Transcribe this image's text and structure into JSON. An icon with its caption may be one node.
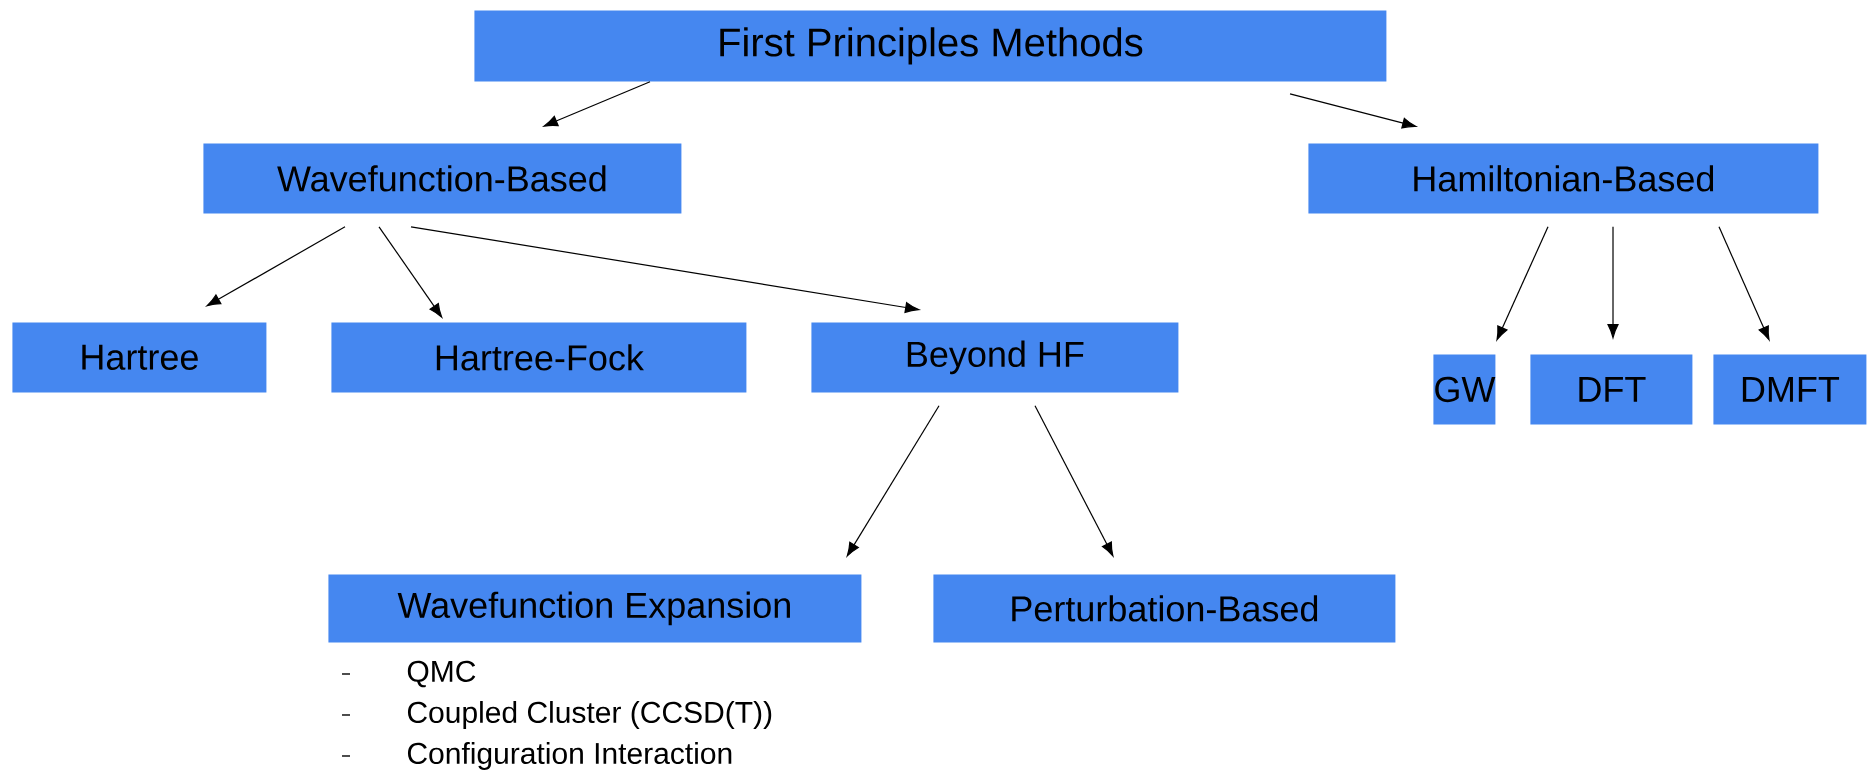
{
  "diagram": {
    "nodes": [
      {
        "text": [
          "First Principles Methods"
        ]
      },
      {
        "text": [
          "Wavefunction-Based"
        ]
      },
      {
        "text": [
          "Hamiltonian-Based"
        ]
      },
      {
        "text": [
          "Hartree"
        ]
      },
      {
        "text": [
          "Hartree-Fock"
        ]
      },
      {
        "text": [
          "Beyond HF"
        ]
      },
      {
        "text": [
          "GW"
        ]
      },
      {
        "text": [
          "DFT"
        ]
      },
      {
        "text": [
          "DMFT"
        ]
      },
      {
        "text": [
          "Wavefunction Expansion"
        ],
        "beside": [
          "QMC",
          "Coupled Cluster (CCSD(T))",
          "Configuration Interaction"
        ]
      },
      {
        "text": [
          "Perturbation-Based"
        ]
      }
    ],
    "edges": [
      {
        "from": 0,
        "to": 1,
        "arrow": "to"
      },
      {
        "from": 0,
        "to": 2,
        "arrow": "to"
      },
      {
        "from": 1,
        "to": 3,
        "arrow": "to"
      },
      {
        "from": 1,
        "to": 4,
        "arrow": "to"
      },
      {
        "from": 1,
        "to": 5,
        "arrow": "to"
      },
      {
        "from": 2,
        "to": 6,
        "arrow": "to"
      },
      {
        "from": 2,
        "to": 7,
        "arrow": "to"
      },
      {
        "from": 2,
        "to": 8,
        "arrow": "to"
      },
      {
        "from": 5,
        "to": 9,
        "arrow": "to"
      },
      {
        "from": 5,
        "to": 10,
        "arrow": "to"
      }
    ]
  }
}
